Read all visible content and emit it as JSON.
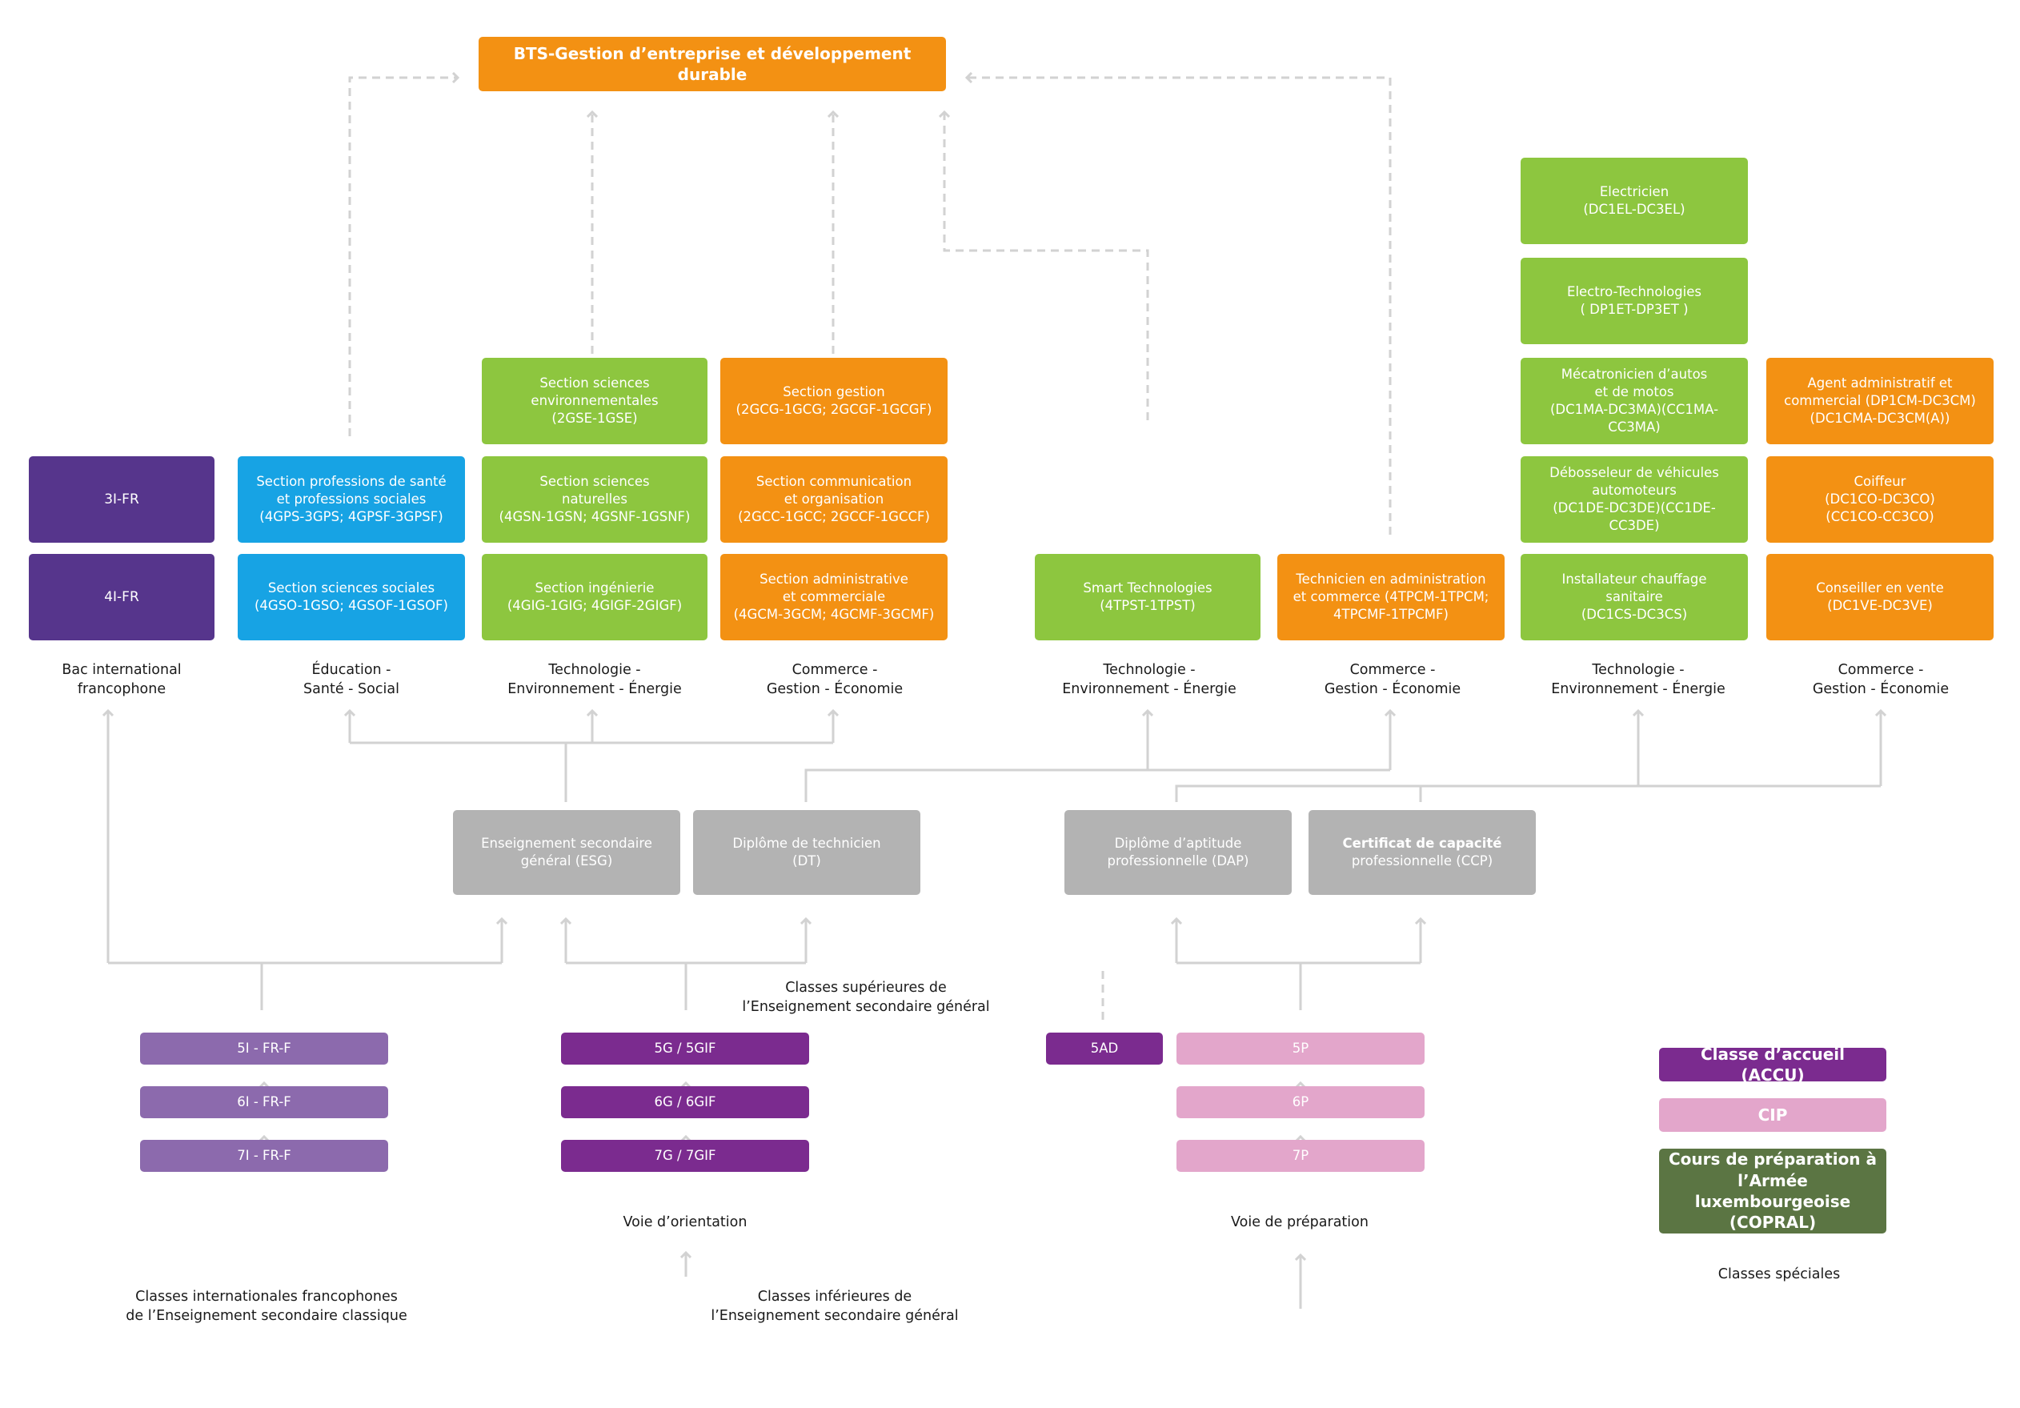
{
  "colors": {
    "orange": "#f39113",
    "green": "#8dc63f",
    "blue": "#17a3e4",
    "indigo": "#56358c",
    "gray": "#b3b3b3",
    "lavender": "#8c6aad",
    "violet": "#7b2b8f",
    "pink": "#e3a6cb",
    "olive": "#5b7543",
    "connector": "#d2d2d2"
  },
  "bts": "BTS-Gestion d’entreprise et développement durable",
  "top_boxes": {
    "fr3": "3I-FR",
    "fr4": "4I-FR",
    "sante": "Section professions de santé\net professions sociales\n(4GPS-3GPS; 4GPSF-3GPSF)",
    "sociales": "Section sciences sociales\n(4GSO-1GSO; 4GSOF-1GSOF)",
    "env": "Section sciences\nenvironnementales\n(2GSE-1GSE)",
    "nat": "Section sciences\nnaturelles\n(4GSN-1GSN; 4GSNF-1GSNF)",
    "ing": "Section ingénierie\n(4GIG-1GIG; 4GIGF-2GIGF)",
    "gestion": "Section gestion\n(2GCG-1GCG; 2GCGF-1GCGF)",
    "comm": "Section communication\net organisation\n(2GCC-1GCC; 2GCCF-1GCCF)",
    "admin": "Section administrative\net commerciale\n(4GCM-3GCM; 4GCMF-3GCMF)",
    "smart": "Smart Technologies\n(4TPST-1TPST)",
    "techadmin": "Technicien en administration\net commerce (4TPCM-1TPCM;\n4TPCMF-1TPCMF)",
    "electricien": "Electricien\n(DC1EL-DC3EL)",
    "electro": "Electro-Technologies\n( DP1ET-DP3ET )",
    "meca": "Mécatronicien d’autos\net de motos\n(DC1MA-DC3MA)(CC1MA-CC3MA)",
    "debos": "Débosseleur de véhicules\nautomoteurs\n(DC1DE-DC3DE)(CC1DE-CC3DE)",
    "chauff": "Installateur chauffage\nsanitaire\n(DC1CS-DC3CS)",
    "agent": "Agent administratif et\ncommercial (DP1CM-DC3CM)\n(DC1CMA-DC3CM(A))",
    "coiffeur": "Coiffeur\n(DC1CO-DC3CO)\n(CC1CO-CC3CO)",
    "vente": "Conseiller en vente\n(DC1VE-DC3VE)"
  },
  "column_labels": {
    "bac": "Bac international\nfrancophone",
    "edu": "Éducation -\nSanté - Social",
    "tech1": "Technologie -\nEnvironnement - Énergie",
    "comm1": "Commerce -\nGestion - Économie",
    "tech2": "Technologie -\nEnvironnement - Énergie",
    "comm2": "Commerce -\nGestion - Économie",
    "tech3": "Technologie -\nEnvironnement - Énergie",
    "comm3": "Commerce -\nGestion - Économie"
  },
  "diplomas": {
    "esg": "Enseignement secondaire\ngénéral (ESG)",
    "dt": "Diplôme de technicien\n(DT)",
    "dap": "Diplôme d’aptitude\nprofessionnelle (DAP)",
    "ccp_title": "Certificat de capacité",
    "ccp_rest": "professionnelle (CCP)"
  },
  "lower_classes": {
    "i5": "5I - FR-F",
    "i6": "6I - FR-F",
    "i7": "7I - FR-F",
    "g5": "5G / 5GIF",
    "g6": "6G / 6GIF",
    "g7": "7G / 7GIF",
    "ad5": "5AD",
    "p5": "5P",
    "p6": "6P",
    "p7": "7P"
  },
  "special": {
    "accu": "Classe d’accueil (ACCU)",
    "cip": "CIP",
    "copral": "Cours de préparation à\nl’Armée luxembourgeoise\n(COPRAL)"
  },
  "labels": {
    "sup_esg": "Classes supérieures de\nl’Enseignement secondaire général",
    "voie_orient": "Voie d’orientation",
    "voie_prep": "Voie de préparation",
    "intl": "Classes internationales francophones\nde l’Enseignement secondaire classique",
    "inf_esg": "Classes inférieures de\nl’Enseignement secondaire général",
    "speciales": "Classes spéciales"
  }
}
